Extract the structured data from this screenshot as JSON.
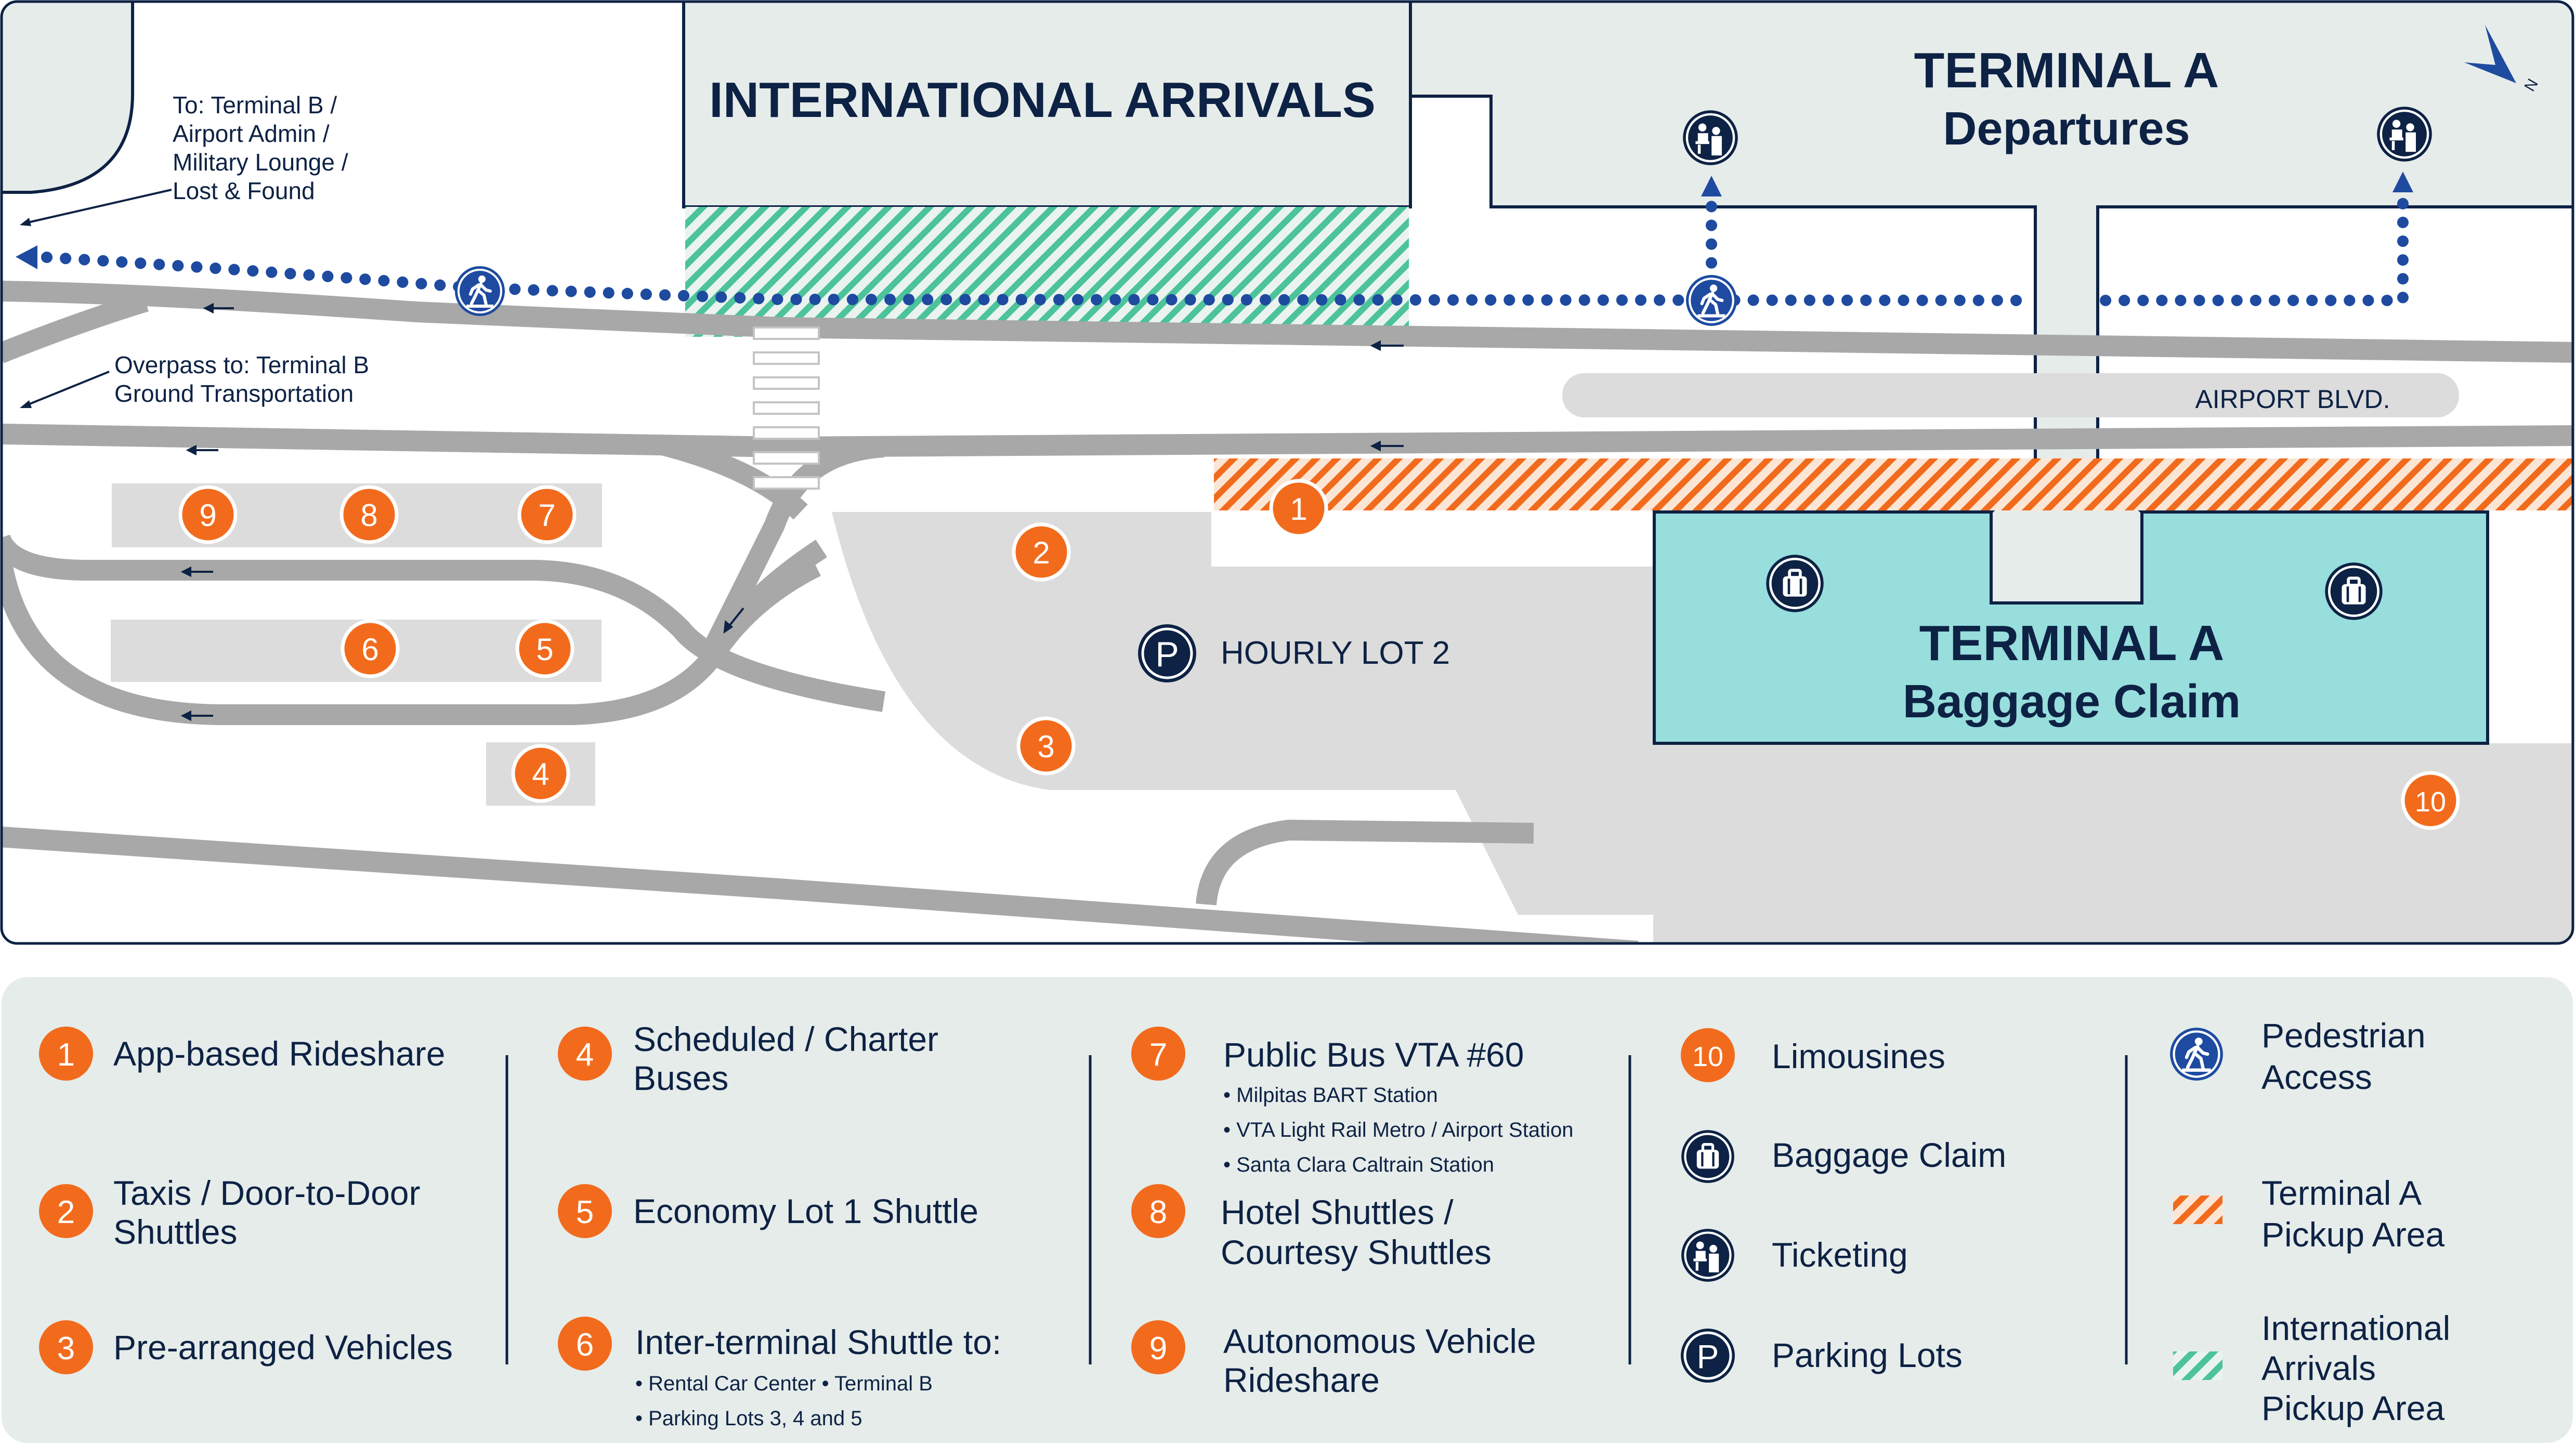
{
  "colors": {
    "background": "#e6ecea",
    "navy": "#0d2244",
    "road": "#a8a8a8",
    "lot": "#dcdcdc",
    "baggage_fill": "#97dedd",
    "orange": "#f26b1d",
    "green_hatch": "#4cc39a",
    "pedestrian_blue": "#1e4ba0"
  },
  "map": {
    "international_arrivals": "INTERNATIONAL ARRIVALS",
    "terminal_a_departures": [
      "TERMINAL A",
      "Departures"
    ],
    "terminal_a_baggage": [
      "TERMINAL A",
      "Baggage Claim"
    ],
    "airport_blvd": "AIRPORT BLVD.",
    "hourly_lot": "HOURLY LOT 2",
    "parking_symbol": "P",
    "to_terminal_b": [
      "To: Terminal B /",
      "Airport Admin /",
      "Military Lounge /",
      "Lost & Found"
    ],
    "overpass": [
      "Overpass to: Terminal B",
      "Ground Transportation"
    ],
    "north_symbol": "N",
    "markers": [
      "1",
      "2",
      "3",
      "4",
      "5",
      "6",
      "7",
      "8",
      "9",
      "10"
    ]
  },
  "legend": {
    "col1": [
      {
        "num": "1",
        "label": [
          "App-based Rideshare"
        ]
      },
      {
        "num": "2",
        "label": [
          "Taxis / Door-to-Door",
          "Shuttles"
        ]
      },
      {
        "num": "3",
        "label": [
          "Pre-arranged Vehicles"
        ]
      }
    ],
    "col2": [
      {
        "num": "4",
        "label": [
          "Scheduled / Charter",
          "Buses"
        ]
      },
      {
        "num": "5",
        "label": [
          "Economy Lot 1 Shuttle"
        ]
      },
      {
        "num": "6",
        "label": [
          "Inter-terminal Shuttle to:"
        ],
        "sub": [
          "• Rental Car Center   • Terminal B",
          "• Parking Lots 3, 4 and 5"
        ]
      }
    ],
    "col3": [
      {
        "num": "7",
        "label": [
          "Public Bus VTA #60"
        ],
        "sub": [
          "• Milpitas BART Station",
          "• VTA Light Rail Metro / Airport Station",
          "• Santa Clara Caltrain Station"
        ]
      },
      {
        "num": "8",
        "label": [
          "Hotel Shuttles /",
          "Courtesy Shuttles"
        ]
      },
      {
        "num": "9",
        "label": [
          "Autonomous Vehicle",
          "Rideshare"
        ]
      }
    ],
    "col4": [
      {
        "num": "10",
        "label": [
          "Limousines"
        ]
      },
      {
        "icon": "baggage-claim-icon",
        "label": [
          "Baggage Claim"
        ]
      },
      {
        "icon": "ticketing-icon",
        "label": [
          "Ticketing"
        ]
      },
      {
        "icon": "parking-icon",
        "symbol": "P",
        "label": [
          "Parking Lots"
        ]
      }
    ],
    "col5": [
      {
        "icon": "pedestrian-access-icon",
        "label": [
          "Pedestrian",
          "Access"
        ]
      },
      {
        "icon": "orange-hatch-swatch",
        "label": [
          "Terminal A",
          "Pickup Area"
        ]
      },
      {
        "icon": "green-hatch-swatch",
        "label": [
          "International",
          "Arrivals",
          "Pickup Area"
        ]
      }
    ]
  }
}
